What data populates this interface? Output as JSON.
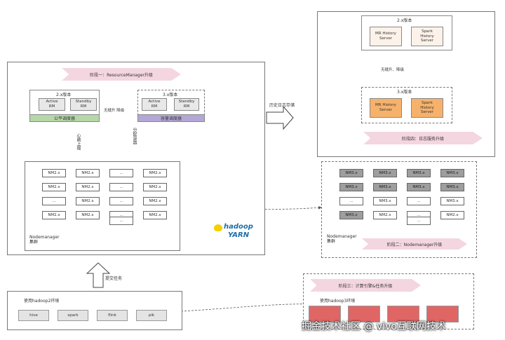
{
  "yarn": {
    "stage1_label": "阶段一：ResourceManager升级",
    "v2_title": "2.x版本",
    "v3_title": "3.x版本",
    "active_rm_v2": "Active\nRM",
    "standby_rm_v2": "Standby\nRM",
    "active_rm_v3": "Active\nRM",
    "standby_rm_v3": "Standby\nRM",
    "fair_scheduler": "公平调度器",
    "capacity_scheduler": "容量调度器",
    "upgrade_arrow_label": "无缝升  降级",
    "heartbeat_label": "心跳上报",
    "assign_label": "分配容器",
    "nodemanager_cluster_label": "Nodemanager\n集群",
    "nm_grid": [
      [
        "NM2.x",
        "NM2.x",
        "...",
        "NM2.x"
      ],
      [
        "NM2.x",
        "NM2.x",
        "...",
        "NM2.x"
      ],
      [
        "...",
        "NM2.x",
        "...",
        "NM2.x"
      ],
      [
        "NM2.x",
        "NM2.x",
        "...",
        "NM2.x"
      ],
      [
        "",
        "",
        "...",
        ""
      ]
    ],
    "logo_text": "hadoop",
    "logo_sub": "YARN"
  },
  "history": {
    "v2_title": "2.x版本",
    "v3_title": "3.x版本",
    "mr_server": "MR History\nServer",
    "spark_server": "Spark\nHistory\nServer",
    "upgrade_label": "无缝升、降级",
    "stage4_label": "阶段四：日志服务升级",
    "log_store_label": "历史日志存储"
  },
  "nm3": {
    "grid": [
      [
        "NM3.x",
        "NM3.x",
        "NM3.x",
        "NM3.x"
      ],
      [
        "NM3.x",
        "NM3.x",
        "NM3.x",
        "NM3.x"
      ],
      [
        "...",
        "NM3.x",
        "...",
        "NM3.x"
      ],
      [
        "NM3.x",
        "NM2.x",
        "...",
        "NM2.x"
      ],
      [
        "",
        "",
        "...",
        ""
      ]
    ],
    "cluster_label": "Nodemanager\n集群",
    "stage2_label": "阶段二：Nodemanager升级"
  },
  "client": {
    "env_label": "使用hadoop2环境",
    "engines": [
      "hive",
      "spark",
      "flink",
      "pik"
    ],
    "submit_label": "提交任务"
  },
  "stage3": {
    "label": "阶段三：计算引擎&任务升级",
    "env_label": "使用hadoop3环境"
  },
  "watermark": "掘金技术社区 @ vivo互联网技术",
  "colors": {
    "pink_banner": "#f4d6e0",
    "green_scheduler": "#b6d7a8",
    "purple_scheduler": "#b4a7d6",
    "orange_server": "#f6b26b",
    "red_engine": "#e06666",
    "history_server_bg": "#fdf2e9"
  }
}
